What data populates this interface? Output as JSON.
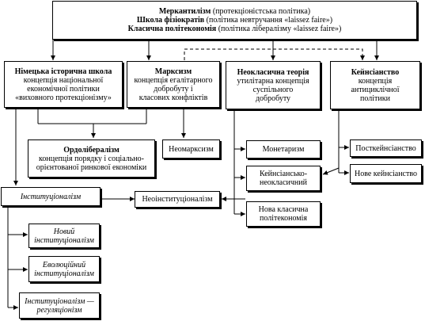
{
  "nodes": {
    "top": {
      "line1_bold": "Меркантилізм",
      "line1_rest": " (протекціоністська політика)",
      "line2_bold": "Школа фізіократів",
      "line2_rest": " (політика невтручання «laissez faire»)",
      "line3_bold": "Класична політекономія",
      "line3_rest": " (політика лібералізму «laissez faire»)"
    },
    "german_school": {
      "title": "Німецька історична школа",
      "l1": "концепція національної",
      "l2": "економічної політики",
      "l3": "«виховного протекціонізму»"
    },
    "marxism": {
      "title": "Марксизм",
      "l1": "концепція егалітарного",
      "l2": "добробуту і",
      "l3": "класових конфліктів"
    },
    "neoclassical": {
      "title": "Неокласична теорія",
      "l1": "утилітарна концепція",
      "l2": "суспільного",
      "l3": "добробуту"
    },
    "keynesianism": {
      "title": "Кейнсіанство",
      "l1": "концепція",
      "l2": "антициклічної",
      "l3": "політики"
    },
    "ordoliberalism": {
      "title": "Ордолібералізм",
      "l1": "концепція порядку і соціально-",
      "l2": "орієнтованої ринкової економіки"
    },
    "neomarxism": {
      "label": "Неомарксизм"
    },
    "monetarism": {
      "label": "Монетаризм"
    },
    "keynes_neoclassical": {
      "l1": "Кейнсіансько-",
      "l2": "неокласичний"
    },
    "new_classical": {
      "l1": "Нова класична",
      "l2": "політекономія"
    },
    "post_keynesianism": {
      "label": "Посткейнсіанство"
    },
    "new_keynesianism": {
      "label": "Нове кейнсіанство"
    },
    "institutionalism": {
      "label": "Інституціоналізм"
    },
    "neoinstitutionalism": {
      "label": "Неоінституціоналізм"
    },
    "new_institutionalism": {
      "l1": "Новий",
      "l2": "інституціоналізм"
    },
    "evolutionary_institutionalism": {
      "l1": "Еволюційний",
      "l2": "інституціоналізм"
    },
    "institutionalism_regulation": {
      "l1": "Інституціоналізм —",
      "l2": "регуляціонізм"
    }
  }
}
